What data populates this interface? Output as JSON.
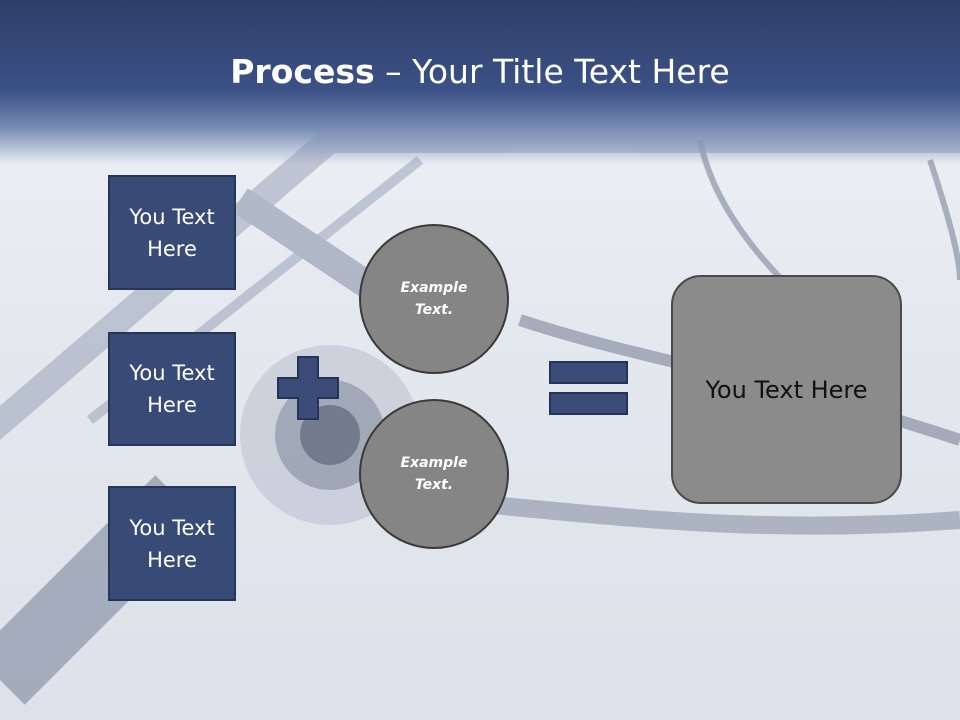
{
  "slide": {
    "title_bold": "Process",
    "title_dash": " – ",
    "title_rest": "Your Title Text Here",
    "left_boxes": [
      {
        "line1": "You Text",
        "line2": "Here"
      },
      {
        "line1": "You Text",
        "line2": "Here"
      },
      {
        "line1": "You Text",
        "line2": "Here"
      }
    ],
    "circles": [
      {
        "line1": "Example",
        "line2": "Text."
      },
      {
        "line1": "Example",
        "line2": "Text."
      }
    ],
    "result_text": "You Text Here",
    "colors": {
      "header": "#3c5186",
      "box_fill": "#384a76",
      "circle_fill": "#858585",
      "result_fill": "#8b8b8b"
    },
    "icons": [
      "plus-icon",
      "equals-icon"
    ]
  }
}
